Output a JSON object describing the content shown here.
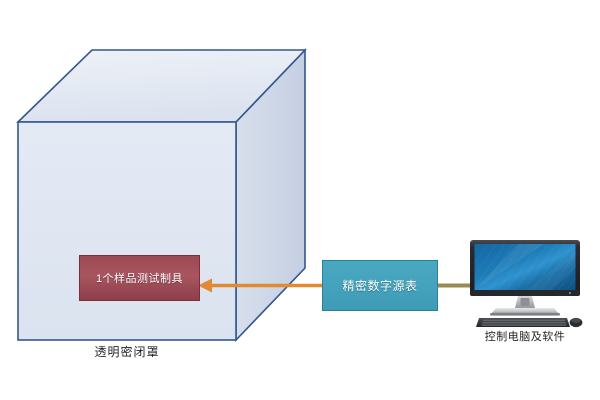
{
  "diagram": {
    "title": "Sealed transparent enclosure measurement setup",
    "background_color": "#ffffff",
    "enclosure": {
      "name": "transparent-sealed-enclosure",
      "caption": "透明密闭罩",
      "face_fill_top": "#e5eaf4",
      "face_fill_front": "#dde4f0",
      "face_fill_right": "#ccd5e5",
      "edge_color": "#2e5header"
    },
    "fixture": {
      "name": "sample-test-fixture",
      "label": "1个样品测试制具",
      "fill": "#a85560",
      "border": "#7b3039",
      "text_color": "#ffffff"
    },
    "source_meter": {
      "name": "precision-digital-source-meter",
      "label": "精密数字源表",
      "fill": "#45a3bd",
      "border": "#2e7e96",
      "text_color": "#ffffff"
    },
    "computer": {
      "name": "control-computer-and-software",
      "caption": "控制电脑及软件",
      "screen_color": "#1a6fa8",
      "bezel_color": "#2b2b2b"
    },
    "connectors": [
      {
        "name": "smu-to-fixture-arrow",
        "color": "#e08b33",
        "direction": "left",
        "from": "precision-digital-source-meter",
        "to": "sample-test-fixture",
        "arrowhead": true
      },
      {
        "name": "computer-to-smu-cable",
        "color": "#9a8b52",
        "direction": "none",
        "from": "control-computer-and-software",
        "to": "precision-digital-source-meter",
        "arrowhead": false
      }
    ]
  }
}
